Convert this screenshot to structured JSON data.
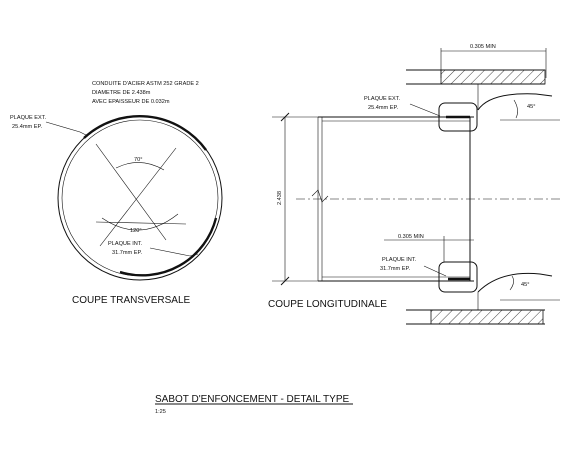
{
  "cross_section": {
    "note_line1": "CONDUITE D'ACIER ASTM 252 GRADE 2",
    "note_line2": "DIAMETRE DE 2.438m",
    "note_line3": "AVEC EPAISSEUR DE 0.032m",
    "ext_plate_line1": "PLAQUE EXT.",
    "ext_plate_line2": "25.4mm EP.",
    "int_plate_line1": "PLAQUE INT.",
    "int_plate_line2": "31.7mm EP.",
    "angle_top": "70°",
    "angle_bottom": "120°",
    "title": "COUPE TRANSVERSALE"
  },
  "long_section": {
    "dim_top": "0.305 MIN",
    "dim_mid": "0.305 MIN",
    "dim_height": "2.438",
    "ext_plate_line1": "PLAQUE EXT.",
    "ext_plate_line2": "25.4mm EP.",
    "int_plate_line1": "PLAQUE INT.",
    "int_plate_line2": "31.7mm EP.",
    "angle_top": "45°",
    "angle_bottom": "45°",
    "title": "COUPE LONGITUDINALE"
  },
  "sheet": {
    "title": "SABOT D'ENFONCEMENT - DETAIL TYPE",
    "scale": "1:25"
  }
}
